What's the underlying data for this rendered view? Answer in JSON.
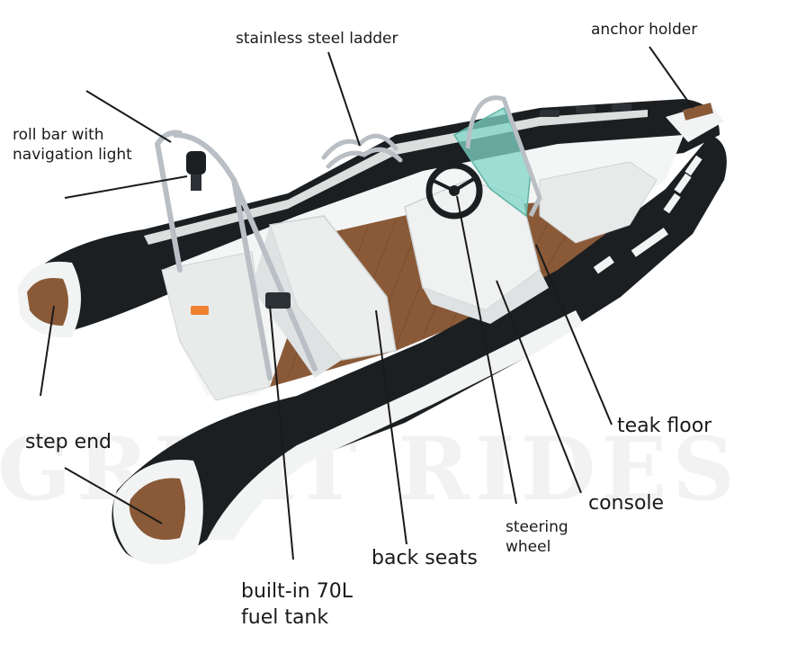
{
  "labels": {
    "stainless_steel_ladder": "stainless steel ladder",
    "anchor_holder": "anchor holder",
    "roll_bar_line1": "roll bar with",
    "roll_bar_line2": "navigation light",
    "step_end": "step end",
    "teak_floor": "teak floor",
    "console": "console",
    "steering_line1": "steering",
    "steering_line2": "wheel",
    "back_seats": "back seats",
    "fuel_tank_line1": "built-in 70L",
    "fuel_tank_line2": "fuel tank"
  },
  "watermark": "GREAT RIDES",
  "colors": {
    "tube_black": "#1c1f22",
    "tube_white": "#f2f3f3",
    "teak": "#8a5a38",
    "deck_white": "#f4f5f5",
    "windshield": "#7fd6c8",
    "steel": "#b9bfc4",
    "leader_line": "#1a1a1a"
  }
}
